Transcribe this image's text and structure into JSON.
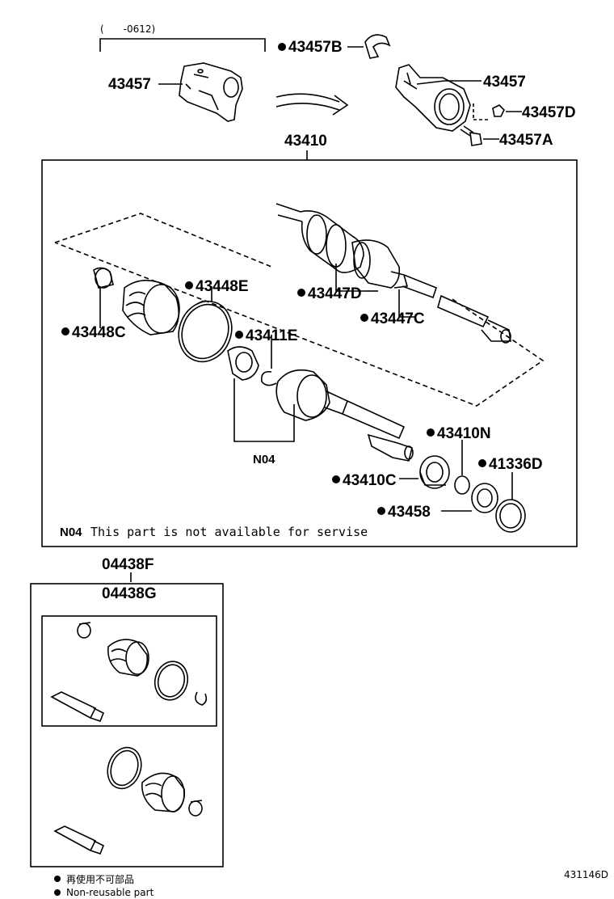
{
  "diagram_id": "431146D",
  "date_range": "(　　-0612)",
  "callouts": {
    "bracket_43457_left": "43457",
    "bracket_43457_right": "43457",
    "clip_43457B": "43457B",
    "bolt_43457D": "43457D",
    "bolt_43457A": "43457A",
    "assy_43410": "43410",
    "boot_43448E": "43448E",
    "clamp_43448C": "43448C",
    "snap_43411E": "43411E",
    "boot_43447D": "43447D",
    "clamp_43447C": "43447C",
    "n04": "N04",
    "ring_43410N": "43410N",
    "ring_41336D": "41336D",
    "bearing_43410C": "43410C",
    "seal_43458": "43458",
    "kit_04438F": "04438F",
    "kit_04438G": "04438G"
  },
  "note": {
    "code": "N04",
    "text": "This part is not available for servise"
  },
  "legend": {
    "jp": "再使用不可部品",
    "en": "Non-reusable part"
  }
}
